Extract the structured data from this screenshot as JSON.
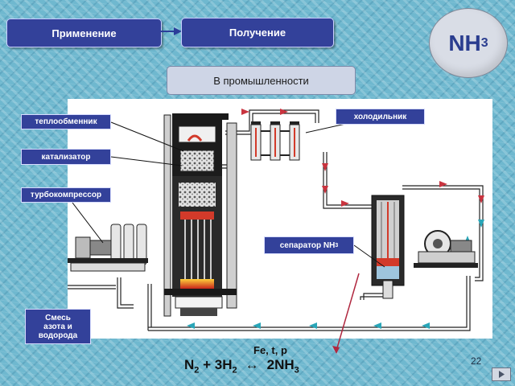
{
  "nav": {
    "applications_label": "Применение",
    "production_label": "Получение",
    "industry_label": "В промышленности"
  },
  "badge": {
    "formula": "NH",
    "subscript": "3"
  },
  "diagram_labels": {
    "heat_exchanger": "теплообменник",
    "cooler": "холодильник",
    "catalyst": "катализатор",
    "turbocompressor": "турбокомпрессор",
    "separator": "сепаратор NH",
    "separator_sub": "3",
    "mixture_line1": "Смесь",
    "mixture_line2": "азота и",
    "mixture_line3": "водорода"
  },
  "reaction": {
    "conditions": "Fe, t, p",
    "n2": "N",
    "n2_sub": "2",
    "plus": "+ 3H",
    "h2_sub": "2",
    "arrow": "↔",
    "product": "2NH",
    "product_sub": "3"
  },
  "slide": {
    "number": "22"
  },
  "icons": {
    "nav_arrow": "arrow-right-icon",
    "next": "play-icon"
  },
  "colors": {
    "button_blue": "#33419a",
    "pipe_arrow_red": "#c9343f",
    "pipe_arrow_cyan": "#2aa6b8",
    "heat_red": "#d23a2a"
  }
}
